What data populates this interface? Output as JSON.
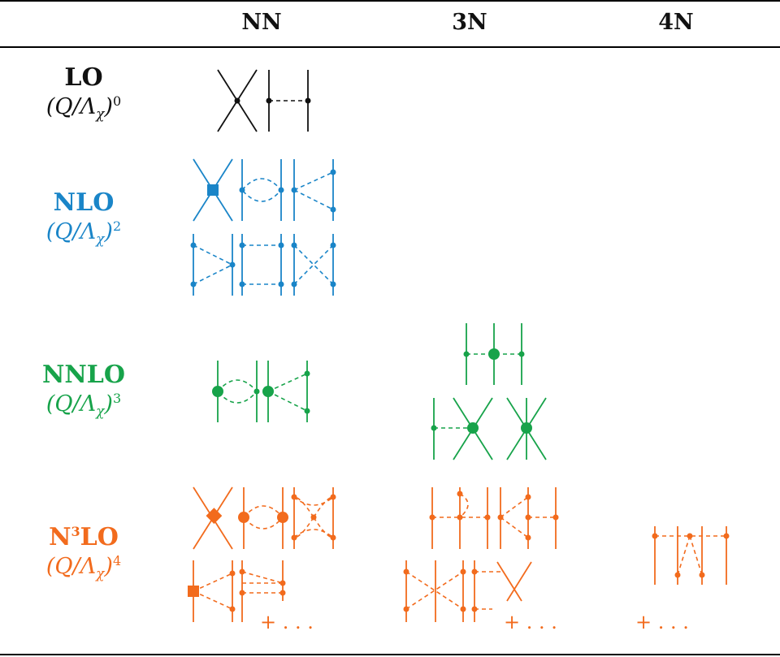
{
  "columns": {
    "nn": "NN",
    "three_n": "3N",
    "four_n": "4N"
  },
  "rows": [
    {
      "id": "lo",
      "name": "LO",
      "power": "0",
      "color": "#111111"
    },
    {
      "id": "nlo",
      "name": "NLO",
      "power": "2",
      "color": "#1a85c8"
    },
    {
      "id": "nnlo",
      "name": "NNLO",
      "power": "3",
      "color": "#17a34a"
    },
    {
      "id": "n3lo",
      "name_prefix": "N",
      "name_sup": "3",
      "name_suffix": "LO",
      "power": "4",
      "color": "#f26b1d"
    }
  ],
  "power_expr": {
    "open": "(Q/Λ",
    "sub": "χ",
    "close": ")"
  },
  "ellipsis": "+ . . ."
}
